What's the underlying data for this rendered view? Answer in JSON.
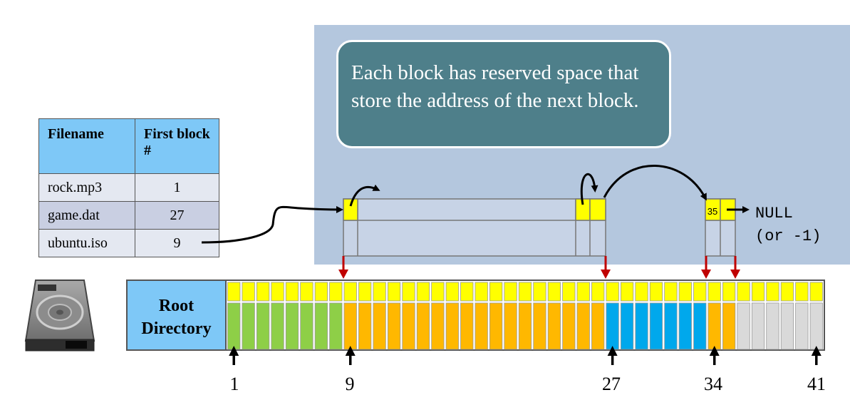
{
  "callout": {
    "text": "Each block has reserved space that store the address of the next block."
  },
  "table": {
    "headers": [
      "Filename",
      "First block #"
    ],
    "rows": [
      [
        "rock.mp3",
        "1"
      ],
      [
        "game.dat",
        "27"
      ],
      [
        "ubuntu.iso",
        "9"
      ]
    ]
  },
  "root_directory": {
    "label_line1": "Root",
    "label_line2": "Directory"
  },
  "block_labels": [
    "1",
    "9",
    "27",
    "34",
    "41"
  ],
  "zoom": {
    "dots_top": "......",
    "dots_bottom": "......",
    "pointer_value": "35",
    "null_text": "NULL\n(or -1)"
  },
  "colors": {
    "panel_bg": "#b4c7de",
    "callout_bg": "#4e7f8a",
    "header_blue": "#7ec8f7",
    "pointer_yellow": "#ffff00",
    "rock_green": "#8ecf47",
    "ubuntu_orange": "#ffb800",
    "game_blue": "#00a8ec",
    "free_gray": "#d9d9d9",
    "arrow_red": "#c00000"
  },
  "blocks": {
    "count": 41,
    "segments": [
      {
        "file": "rock.mp3",
        "from": 1,
        "to": 8,
        "color": "#8ecf47"
      },
      {
        "file": "ubuntu.iso",
        "from": 9,
        "to": 26,
        "color": "#ffb800"
      },
      {
        "file": "game.dat",
        "from": 27,
        "to": 33,
        "color": "#00a8ec"
      },
      {
        "file": "ubuntu.iso",
        "from": 34,
        "to": 35,
        "color": "#ffb800"
      },
      {
        "file": "free",
        "from": 36,
        "to": 41,
        "color": "#d9d9d9"
      }
    ]
  }
}
